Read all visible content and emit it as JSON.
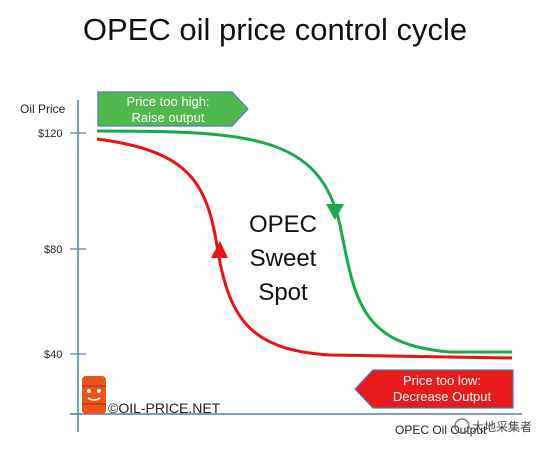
{
  "title": "OPEC oil price control cycle",
  "chart_data": {
    "type": "diagram",
    "ylabel": "Oil Price",
    "xlabel": "OPEC Oil Output",
    "y_ticks": [
      "$120",
      "$80",
      "$40"
    ],
    "center_text": [
      "OPEC",
      "Sweet",
      "Spot"
    ],
    "callout_high": [
      "Price too high:",
      "Raise output"
    ],
    "callout_low": [
      "Price too low:",
      "Decrease Output"
    ],
    "colors": {
      "green": "#1aa84a",
      "red": "#ee1111",
      "axis": "#4a7ab8",
      "callout_high_fill": "#4fb84f",
      "callout_low_fill": "#e81a1a"
    }
  },
  "watermark": "©OIL-PRICE.NET",
  "watermark2": "大地采集者"
}
